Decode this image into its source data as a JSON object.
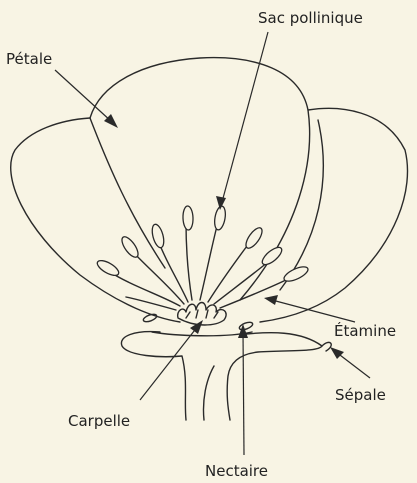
{
  "labels": {
    "petal": "Pétale",
    "pollen_sac": "Sac pollinique",
    "stamen": "Étamine",
    "sepal": "Sépale",
    "carpel": "Carpelle",
    "nectary": "Nectaire"
  },
  "colors": {
    "background": "#f8f4e4",
    "line": "#2a2a2a"
  }
}
